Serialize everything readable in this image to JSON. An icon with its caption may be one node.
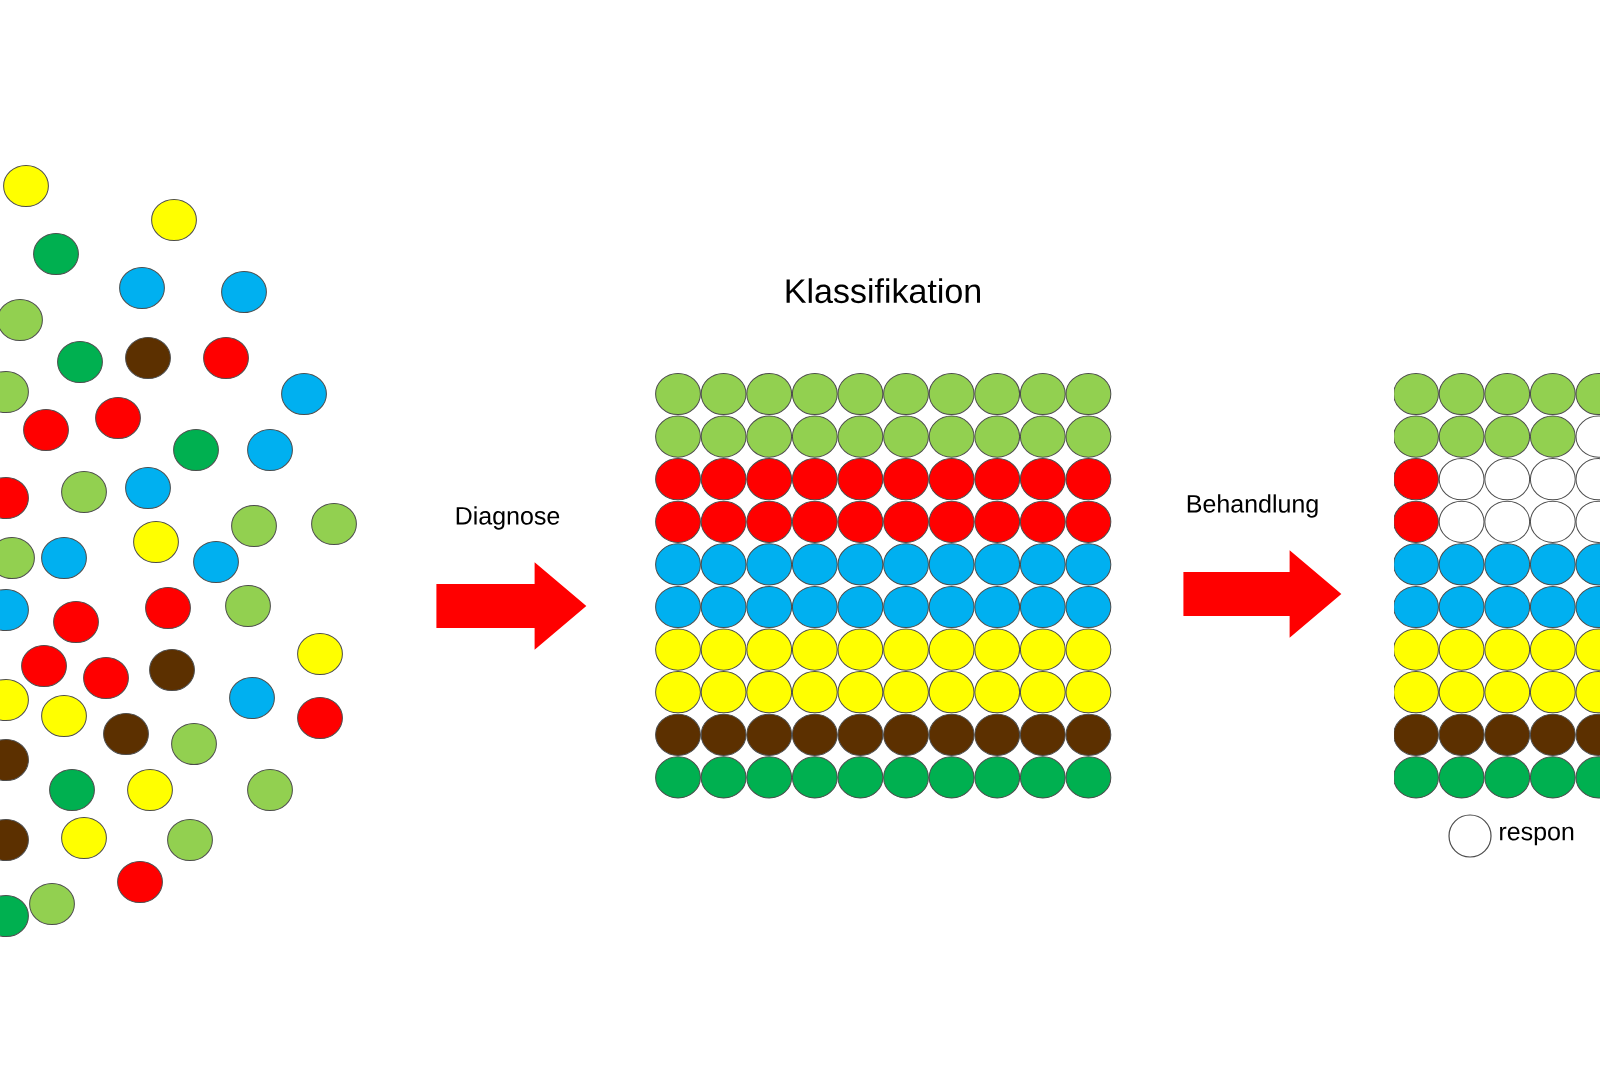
{
  "diagram": {
    "nodes": [
      {
        "text": [],
        "shape": "picture"
      },
      {
        "text": [
          "Klassifikation"
        ]
      },
      {
        "text": [],
        "shape": "picture"
      }
    ],
    "edges": [
      {
        "from": 0,
        "to": 1,
        "arrow": "to",
        "label": "Diagnose"
      },
      {
        "from": 1,
        "to": 2,
        "arrow": "to",
        "label": "Behandlung"
      }
    ],
    "legend": [
      {
        "text": "respon"
      }
    ]
  }
}
